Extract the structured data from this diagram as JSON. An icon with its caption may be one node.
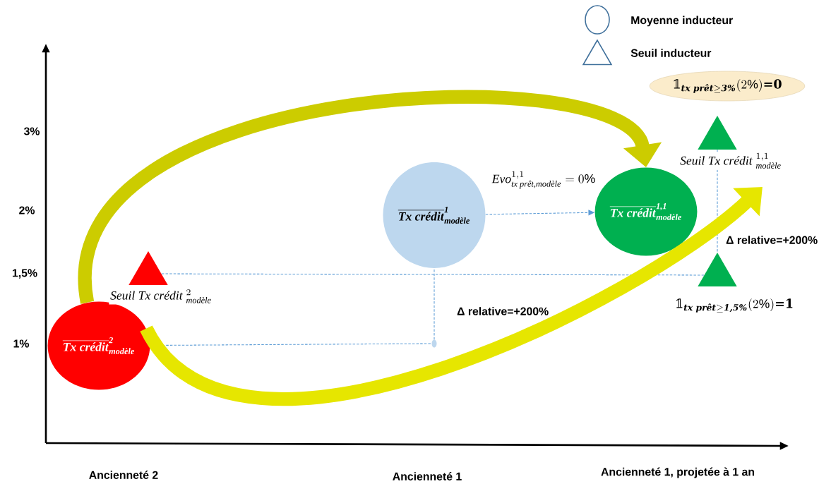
{
  "diagram": {
    "nodes": [
      {
        "text": [
          "\\overline{\\textbf{\\textit{Tx crédit}}}^{\\textbf{\\textit{2}}}_{\\textbf{\\textit{modèle}}}"
        ]
      },
      {
        "text": [],
        "shape": "triangle",
        "beside": [
          "\\textit{Seuil Tx crédit}\\;{}^{2}_{\\textit{modèle}}"
        ]
      },
      {
        "text": [
          "\\overline{\\textbf{\\textit{Tx crédit}}}^{\\textbf{\\textit{1}}}_{\\textbf{\\textit{modèle}}}"
        ]
      },
      {
        "text": [],
        "shape": "circle"
      },
      {
        "text": [
          "\\overline{\\textbf{\\textit{Tx crédit}}}^{\\textbf{\\textit{1,1}}}_{\\textbf{\\textit{modèle}}}"
        ]
      },
      {
        "text": [],
        "shape": "triangle",
        "beside": [
          "\\textit{Seuil Tx crédit}\\;{}^{1,1}_{\\textit{modèle}}"
        ]
      },
      {
        "text": [],
        "shape": "triangle",
        "beside": [
          "\\text{𝟙}_{\\textbf{\\textit{tx prêt}}\\geq\\textbf{\\textit{1,5\\%}}}(2\\%)\\textbf{=1}"
        ]
      },
      {
        "text": [
          "\\text{𝟙}_{\\textbf{\\textit{tx prêt}}\\geq\\textbf{\\textit{3\\%}}}(2\\%)\\textbf{=0}"
        ]
      }
    ],
    "edges": [
      {
        "from": 0,
        "to": 3,
        "arrow": "none",
        "style": "dashed"
      },
      {
        "from": 3,
        "to": 2,
        "arrow": "none",
        "style": "dashed",
        "label": "Δ relative=+200%"
      },
      {
        "from": 2,
        "to": 4,
        "arrow": "to",
        "style": "dashed",
        "label": "\\textit{Evo}^{1,1}_{\\textit{tx prêt,modèle}}=0\\%"
      },
      {
        "from": 1,
        "to": 6,
        "arrow": "none",
        "style": "dashed"
      },
      {
        "from": 5,
        "to": 6,
        "arrow": "none",
        "style": "dashed",
        "label": "Δ relative=+200%"
      },
      {
        "from": 0,
        "to": 4,
        "arrow": "to",
        "style": "thick",
        "color": "#cccc00"
      },
      {
        "from": 0,
        "to": null,
        "arrow": "to",
        "style": "thick",
        "color": "#e6e600"
      }
    ],
    "labels": [
      "3%",
      "2%",
      "1,5%",
      "1%",
      "Ancienneté 2",
      "Ancienneté 1",
      "Ancienneté 1, projetée à 1 an"
    ],
    "legend": [
      {
        "text": "Moyenne inducteur"
      },
      {
        "text": "Seuil inducteur"
      }
    ]
  }
}
